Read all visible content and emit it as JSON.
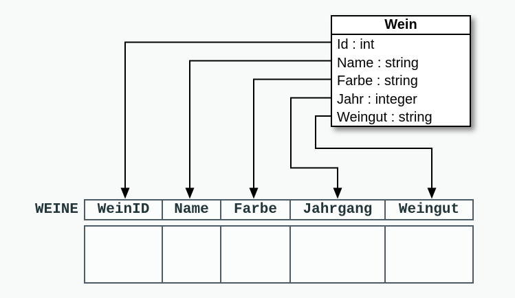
{
  "diagram": {
    "class_box": {
      "title": "Wein",
      "attributes": [
        "Id : int",
        "Name : string",
        "Farbe : string",
        "Jahr : integer",
        "Weingut : string"
      ]
    },
    "table": {
      "name": "WEINE",
      "columns": [
        "WeinID",
        "Name",
        "Farbe",
        "Jahrgang",
        "Weingut"
      ],
      "body_rows_empty": 1
    },
    "mappings": [
      {
        "from": "Id",
        "to": "WeinID"
      },
      {
        "from": "Name",
        "to": "Name"
      },
      {
        "from": "Farbe",
        "to": "Farbe"
      },
      {
        "from": "Jahr",
        "to": "Jahrgang"
      },
      {
        "from": "Weingut",
        "to": "Weingut"
      }
    ],
    "colors": {
      "background": "#f8f9f9",
      "class_box_fill": "#ffffff",
      "class_box_border": "#000000",
      "connector": "#000000",
      "table_border": "#4d5b66",
      "table_text": "#213539",
      "table_cell_fill": "#fbfcfc"
    }
  }
}
